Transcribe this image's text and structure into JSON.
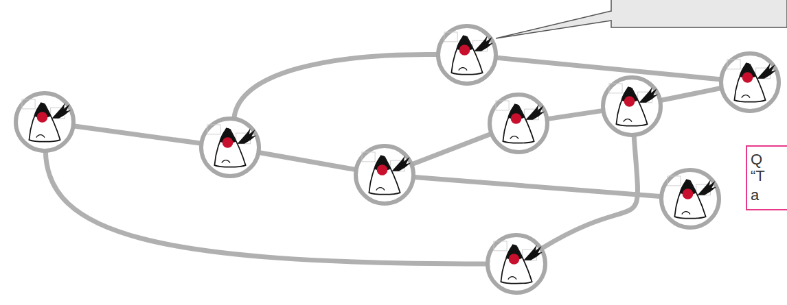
{
  "diagram": {
    "nodes": [
      {
        "text": []
      },
      {
        "text": []
      },
      {
        "text": []
      },
      {
        "text": []
      },
      {
        "text": []
      },
      {
        "text": []
      },
      {
        "text": []
      },
      {
        "text": []
      },
      {
        "text": []
      }
    ],
    "edges": [
      {
        "from": 0,
        "to": 1,
        "arrow": "none"
      },
      {
        "from": 0,
        "to": 4,
        "arrow": "none"
      },
      {
        "from": 1,
        "to": 3,
        "arrow": "none"
      },
      {
        "from": 1,
        "to": 2,
        "arrow": "none"
      },
      {
        "from": 2,
        "to": 5,
        "arrow": "none"
      },
      {
        "from": 2,
        "to": 7,
        "arrow": "none"
      },
      {
        "from": 5,
        "to": 6,
        "arrow": "none"
      },
      {
        "from": 6,
        "to": 8,
        "arrow": "none"
      },
      {
        "from": 3,
        "to": 8,
        "arrow": "none"
      },
      {
        "from": 6,
        "to": 4,
        "arrow": "none"
      }
    ],
    "labels": [
      "Q",
      "“T",
      "a"
    ]
  }
}
